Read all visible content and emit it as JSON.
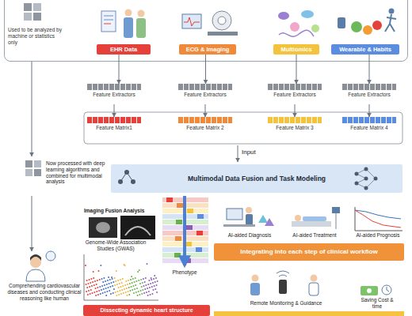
{
  "diagram": {
    "nodes": [
      {
        "text": [
          "Used to be analyzed by machine or statistics only"
        ]
      },
      {
        "text": [
          "EHR Data"
        ],
        "in": 0
      },
      {
        "text": [
          "ECG & Imaging"
        ],
        "in": 0
      },
      {
        "text": [
          "Multiomics"
        ],
        "in": 0
      },
      {
        "text": [
          "Wearable & Habits"
        ],
        "in": 0
      },
      {
        "text": [
          "Feature Extractors"
        ]
      },
      {
        "text": [
          "Feature Extractors"
        ]
      },
      {
        "text": [
          "Feature Extractors"
        ]
      },
      {
        "text": [
          "Feature Extractors"
        ]
      },
      {
        "text": [
          "Feature Matrix1"
        ]
      },
      {
        "text": [
          "Feature Matrix 2"
        ]
      },
      {
        "text": [
          "Feature Matrix 3"
        ]
      },
      {
        "text": [
          "Feature Matrix 4"
        ]
      },
      {
        "text": [
          "Multimodal Data Fusion and Task Modeling"
        ]
      },
      {
        "text": [
          "Now processed with deep learning algorithms and combined for multimodal analysis"
        ]
      },
      {
        "text": [
          "Comprehending cardiovascular diseases and conducting clinical reasoning like human"
        ]
      },
      {
        "text": [
          "Integrating into each step of clinical workflow"
        ]
      },
      {
        "text": [
          "Dissecting dynamic heart structure"
        ]
      }
    ],
    "edges": [
      {
        "from": 1,
        "to": 5,
        "arrow": "to"
      },
      {
        "from": 2,
        "to": 6,
        "arrow": "to"
      },
      {
        "from": 3,
        "to": 7,
        "arrow": "to"
      },
      {
        "from": 4,
        "to": 8,
        "arrow": "to"
      },
      {
        "from": 5,
        "to": 9,
        "arrow": "to"
      },
      {
        "from": 6,
        "to": 10,
        "arrow": "to"
      },
      {
        "from": 7,
        "to": 11,
        "arrow": "to"
      },
      {
        "from": 8,
        "to": 12,
        "arrow": "to"
      },
      {
        "from": 0,
        "to": 14,
        "arrow": "to"
      },
      {
        "from": 14,
        "to": 15,
        "arrow": "to"
      }
    ],
    "labels": [
      "Input",
      "Imaging Fusion Analysis",
      "Genome-Wide Association Studies (GWAS)",
      "Phenotype",
      "AI-aided Diagnosis",
      "AI-aided Treatment",
      "AI-aided Prognosis",
      "Remote Monitoring & Guidance",
      "Saving Cost & time"
    ]
  }
}
